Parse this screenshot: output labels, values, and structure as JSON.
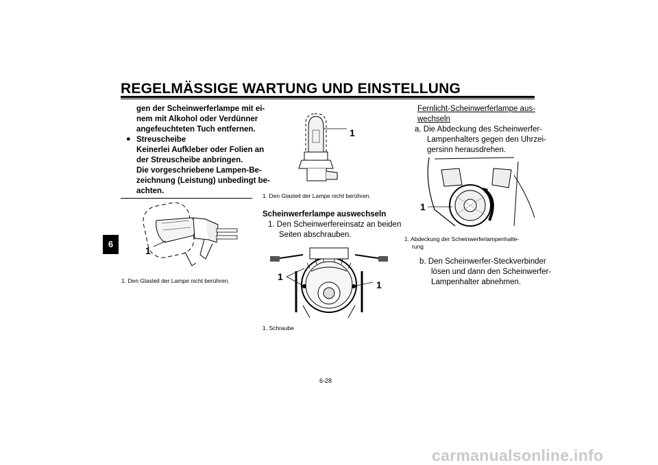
{
  "header": {
    "title": "REGELMÄSSIGE WARTUNG UND EINSTELLUNG"
  },
  "section_tab": "6",
  "col1": {
    "warning_lines": [
      "gen der Scheinwerferlampe mit ei-",
      "nem mit Alkohol oder Verdünner",
      "angefeuchteten Tuch entfernen."
    ],
    "bullet_symbol": "●",
    "bullet_lines": [
      "Streuscheibe",
      "Keinerlei Aufkleber oder Folien an",
      "der Streuscheibe anbringen.",
      "Die vorgeschriebene Lampen-Be-",
      "zeichnung (Leistung) unbedingt be-",
      "achten."
    ],
    "fig_callout": "1",
    "caption": "1.  Den Glasteil der Lampe nicht berühren."
  },
  "col2": {
    "fig1_callout": "1",
    "fig1_caption": "1.  Den Glasteil der Lampe nicht berühren.",
    "heading": "Scheinwerferlampe auswechseln",
    "step_lines": [
      "1.  Den Scheinwerfereinsatz an beiden",
      "Seiten abschrauben."
    ],
    "fig2_callout_left": "1",
    "fig2_callout_right": "1",
    "fig2_caption": "1.  Schraube"
  },
  "col3": {
    "subheading_lines": [
      "Fernlicht-Scheinwerferlampe aus-",
      "wechseln"
    ],
    "step_a_lines": [
      "a.  Die Abdeckung des Scheinwerfer-",
      "Lampenhalters gegen den Uhrzei-",
      "gersinn herausdrehen."
    ],
    "fig_callout": "1",
    "caption_lines": [
      "1.  Abdeckung der Scheinwerferlampenhalte-",
      "rung"
    ],
    "step_b_lines": [
      "b.  Den Scheinwerfer-Steckverbinder",
      "lösen und dann den Scheinwerfer-",
      "Lampenhalter abnehmen."
    ]
  },
  "page_number": "6-28",
  "footer_watermark": "carmanualsonline.info"
}
